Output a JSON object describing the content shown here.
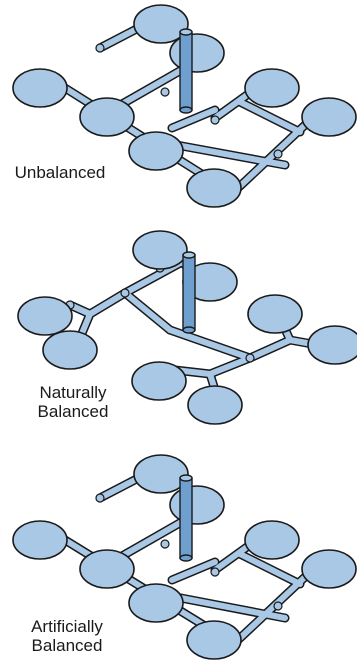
{
  "palette": {
    "fill": "#a9c8e6",
    "stroke": "#1a1a1a",
    "sprue": "#6e9fcf",
    "background": "#ffffff"
  },
  "panels": [
    {
      "id": "unbalanced",
      "label_lines": [
        "Unbalanced"
      ]
    },
    {
      "id": "naturally-balanced",
      "label_lines": [
        "Naturally",
        "Balanced"
      ]
    },
    {
      "id": "artificially-balanced",
      "label_lines": [
        "Artificially",
        "Balanced"
      ]
    }
  ]
}
